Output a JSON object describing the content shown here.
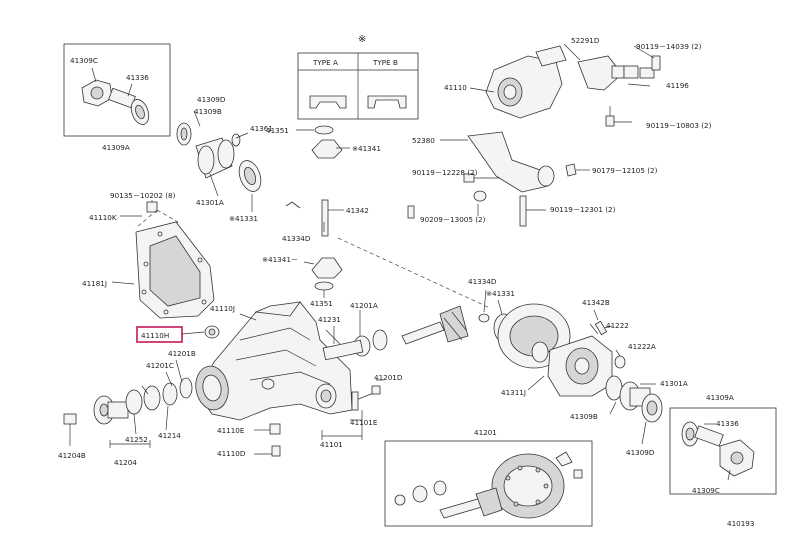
{
  "labels": {
    "p41309C_top": "41309C",
    "p41336_top": "41336",
    "p41309A_top": "41309A",
    "p41309D_top": "41309D",
    "p41309B_top": "41309B",
    "p41361": "41361",
    "p41301A_top": "41301A",
    "p41331_star_top": "※41331",
    "p90135": "90135－10202 (8)",
    "p41110K": "41110K",
    "p41181J": "41181J",
    "p41110J": "41110J",
    "p41110H": "41110H",
    "p41201B": "41201B",
    "p41201C": "41201C",
    "p41204B": "41204B",
    "p41252": "41252",
    "p41214": "41214",
    "p41204": "41204",
    "p41351_top": "41351",
    "p41341_star_top": "※41341",
    "p41342_top": "41342",
    "p41334D_top": "41334D",
    "p41341_star_mid": "※41341－",
    "p41351_mid": "41351",
    "p41201A": "41201A",
    "p41231": "41231",
    "p41201D": "41201D",
    "p41101E": "41101E",
    "p41110E": "41110E",
    "p41110D": "41110D",
    "p41101": "41101",
    "p41201": "41201",
    "p52291D": "52291D",
    "p90119_14039": "90119－14039 (2)",
    "p41110": "41110",
    "p41196": "41196",
    "p52380": "52380",
    "p90119_10803": "90119－10803 (2)",
    "p90119_12228": "90119－12228 (2)",
    "p90179_12105": "90179－12105 (2)",
    "p90209": "90209－13005 (2)",
    "p90119_12301": "90119－12301 (2)",
    "p41334D_mid": "41334D",
    "p41331_star_mid": "※41331",
    "p41342B": "41342B",
    "p41222": "41222",
    "p41222A": "41222A",
    "p41301A_mid": "41301A",
    "p41311J": "41311J",
    "p41309B_mid": "41309B",
    "p41309A_bot": "41309A",
    "p41336_bot": "41336",
    "p41309C_bot": "41309C",
    "p41309D_bot": "41309D",
    "figure_number": "410193"
  },
  "type_box": {
    "mark": "※",
    "type_a": "TYPE A",
    "type_b": "TYPE B"
  }
}
